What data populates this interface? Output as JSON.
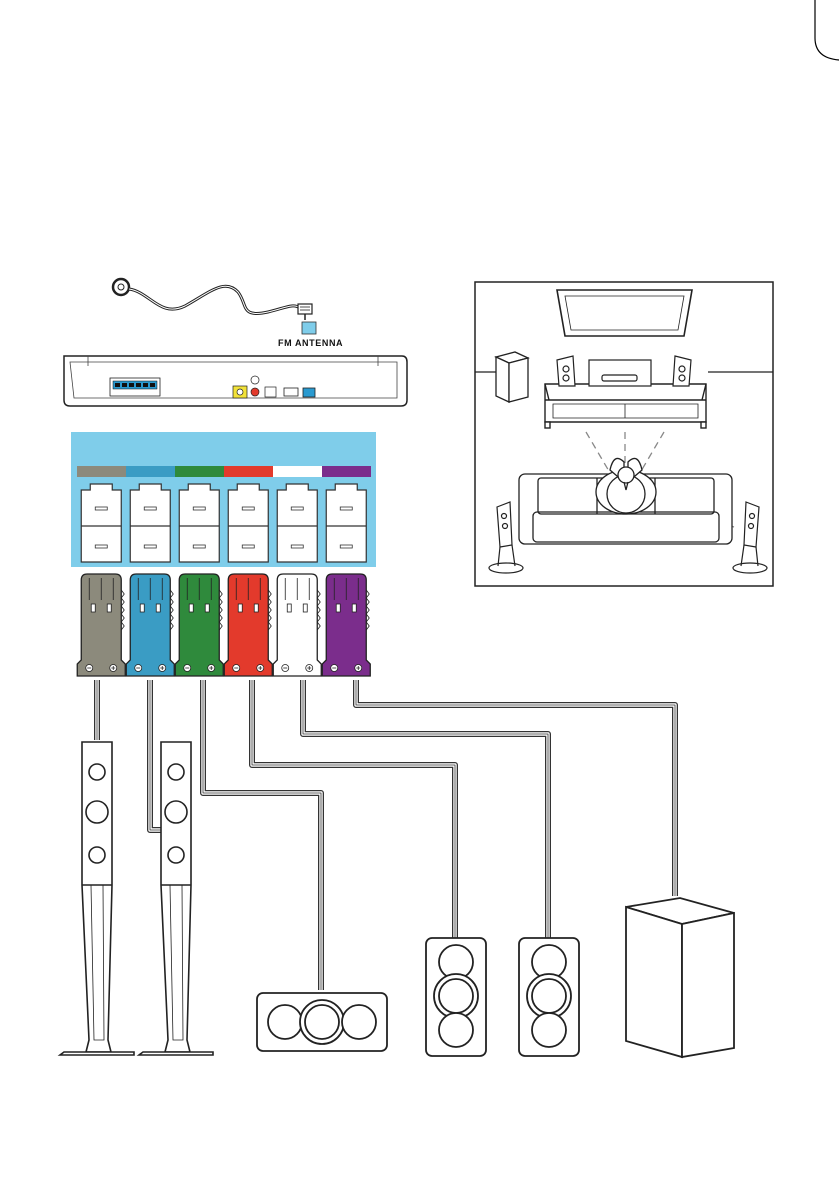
{
  "antenna": {
    "label": "FM ANTENNA"
  },
  "connector_colors": [
    {
      "name": "gray",
      "hex": "#8c8a7c"
    },
    {
      "name": "blue",
      "hex": "#3a9cc4"
    },
    {
      "name": "green",
      "hex": "#2f8a3c"
    },
    {
      "name": "red",
      "hex": "#e33a2c"
    },
    {
      "name": "white",
      "hex": "#ffffff"
    },
    {
      "name": "purple",
      "hex": "#7b2d8c"
    }
  ],
  "panel_color": "#7fcdea",
  "icons": [
    "fm-antenna-icon",
    "speaker-connector-icon",
    "tower-speaker-icon",
    "center-speaker-icon",
    "bookshelf-speaker-icon",
    "subwoofer-icon",
    "tv-icon",
    "sofa-icon",
    "listener-icon"
  ]
}
